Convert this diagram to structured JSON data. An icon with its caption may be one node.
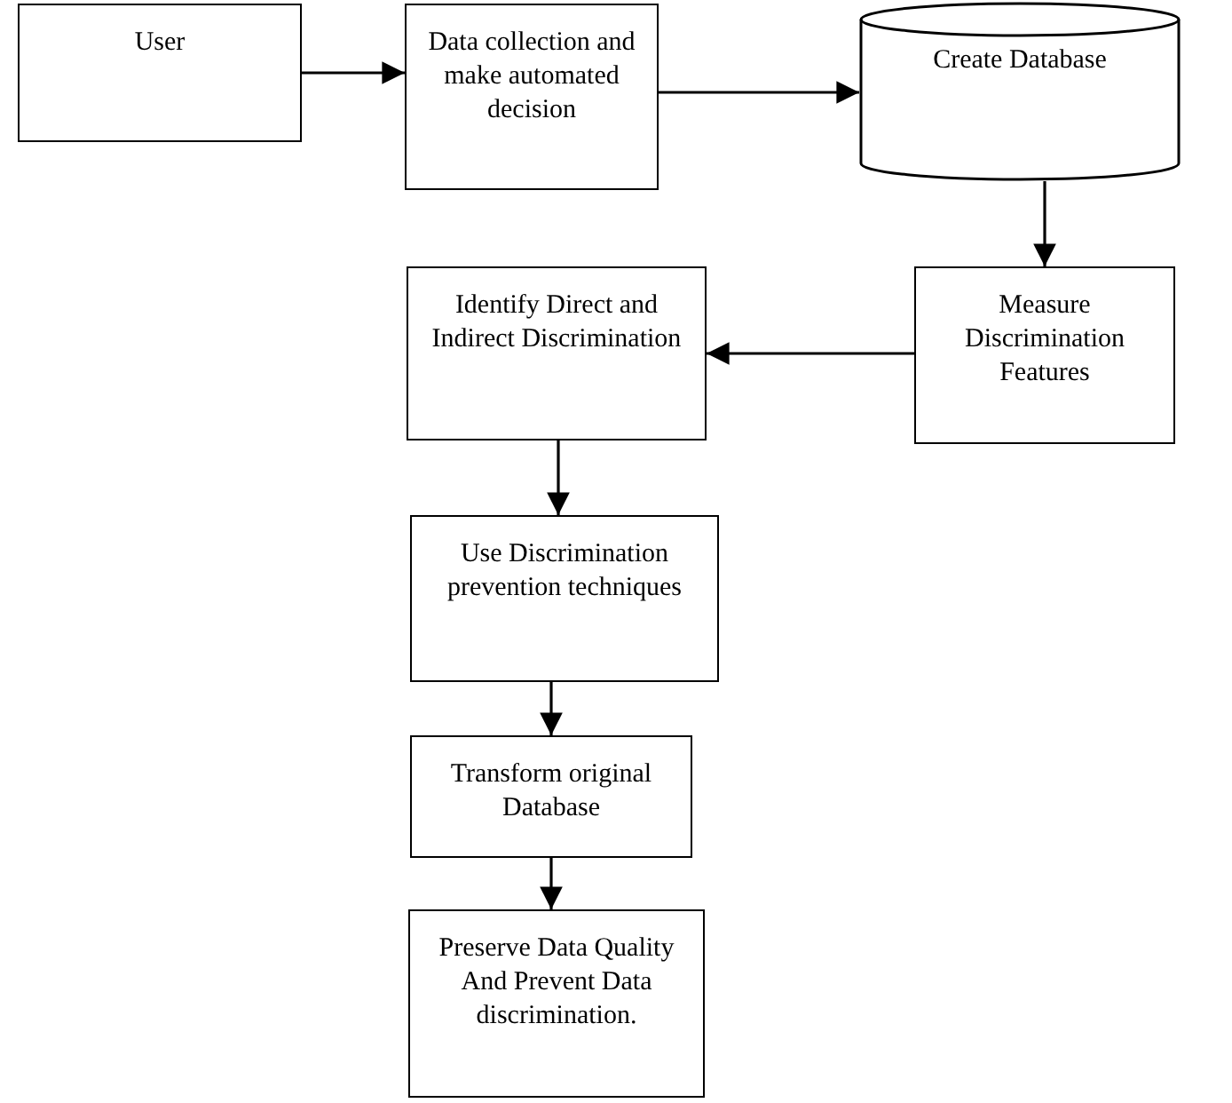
{
  "diagram": {
    "nodes": [
      {
        "text": [
          "User"
        ]
      },
      {
        "text": [
          "Data collection and make automated decision"
        ]
      },
      {
        "text": [
          "Create Database"
        ]
      },
      {
        "text": [
          "Measure Discrimination Features"
        ]
      },
      {
        "text": [
          "Identify Direct and Indirect Discrimination"
        ]
      },
      {
        "text": [
          "Use Discrimination prevention techniques"
        ]
      },
      {
        "text": [
          "Transform original Database"
        ]
      },
      {
        "text": [
          "Preserve Data Quality And Prevent Data discrimination."
        ]
      }
    ],
    "edges": [
      {
        "from": 0,
        "to": 1,
        "arrow": "to"
      },
      {
        "from": 1,
        "to": 2,
        "arrow": "to"
      },
      {
        "from": 2,
        "to": 3,
        "arrow": "to"
      },
      {
        "from": 3,
        "to": 4,
        "arrow": "to"
      },
      {
        "from": 4,
        "to": 5,
        "arrow": "to"
      },
      {
        "from": 5,
        "to": 6,
        "arrow": "to"
      },
      {
        "from": 6,
        "to": 7,
        "arrow": "to"
      }
    ]
  }
}
